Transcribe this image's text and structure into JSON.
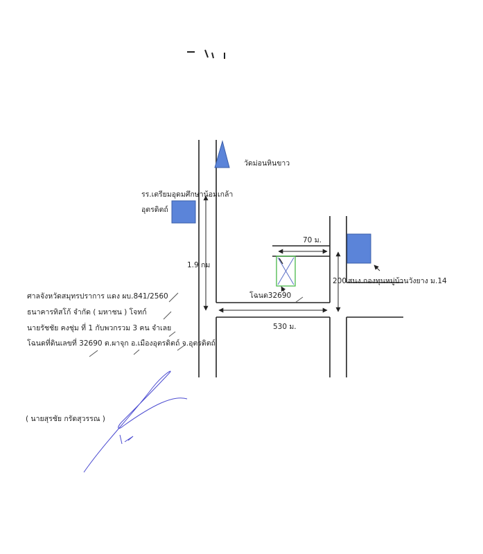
{
  "header_mark": "“ ’ ‚",
  "landmarks": {
    "temple": "วัดม่อนหินขาว",
    "school_line1": "รร.เตรียมอุดมศึกษาน้อมเกล้า",
    "school_line2": "อุตรดิตถ์",
    "village_fund": "สนง.กองทุนหมู่บ้านวังยาง ม.14",
    "parcel": "โฉนด32690"
  },
  "distances": {
    "north_south": "1.9 กม",
    "short_road": "70 ม.",
    "east_road": "200",
    "main_road": "530 ม."
  },
  "notes": [
    "ศาลจังหวัดสมุทรปราการ แดง ผบ.841/2560",
    "ธนาคารทิสโก้ จำกัด ( มหาชน )  โจทก์",
    "นายรัชชัย คงชุ่ม ที่ 1 กับพวกรวม 3 คน จำเลย",
    "โฉนดที่ดินเลขที่ 32690 ต.ผาจุก อ.เมืองอุตรดิตถ์ จ.อุตรดิตถ์"
  ],
  "signer": "( นายสุรชัย  กรัดสุวรรณ )",
  "colors": {
    "landmark_fill": "#5b84d9",
    "landmark_stroke": "#3a5ea8",
    "parcel_border": "#48b848",
    "parcel_cross": "#5a6fc6",
    "signature": "#4a4ad0",
    "lines": "#222222"
  }
}
